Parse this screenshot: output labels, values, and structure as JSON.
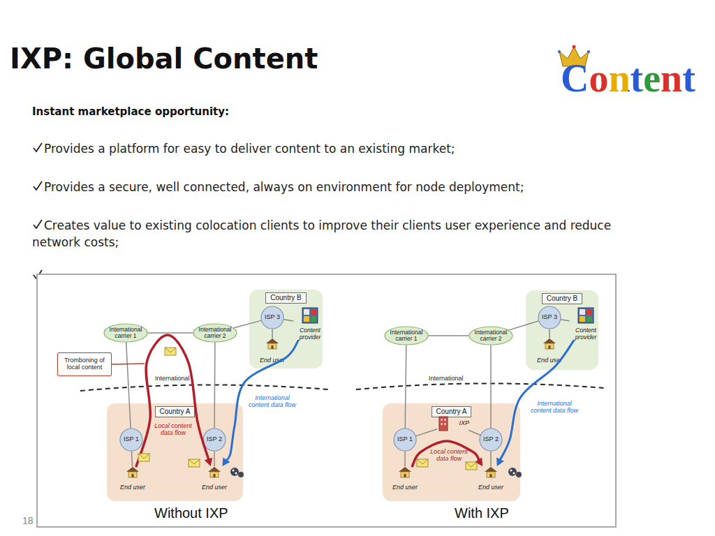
{
  "diagram": {
    "title": "IXP: Global Content",
    "nodes": [
      {
        "text": [
          "Country B"
        ]
      },
      {
        "text": [
          "ISP 3"
        ],
        "in": 0
      },
      {
        "text": [
          "Content provider"
        ],
        "in": 0
      },
      {
        "text": [
          "End user"
        ],
        "in": 0
      },
      {
        "text": [
          "International carrier 1"
        ]
      },
      {
        "text": [
          "International carrier 2"
        ]
      },
      {
        "text": [
          "Tromboning of local content"
        ]
      },
      {
        "text": [
          "Country A"
        ]
      },
      {
        "text": [
          "ISP 1"
        ],
        "in": 7
      },
      {
        "text": [
          "ISP 2"
        ],
        "in": 7
      },
      {
        "text": [
          "End user"
        ],
        "in": 7
      },
      {
        "text": [
          "End user"
        ],
        "in": 7
      },
      {
        "text": [
          "Country B"
        ]
      },
      {
        "text": [
          "ISP 3"
        ],
        "in": 12
      },
      {
        "text": [
          "Content provider"
        ],
        "in": 12
      },
      {
        "text": [
          "End user"
        ],
        "in": 12
      },
      {
        "text": [
          "International carrier 1"
        ]
      },
      {
        "text": [
          "International carrier 2"
        ]
      },
      {
        "text": [
          "Country A"
        ]
      },
      {
        "text": [
          "IXP"
        ],
        "in": 18
      },
      {
        "text": [
          "ISP 1"
        ],
        "in": 18
      },
      {
        "text": [
          "ISP 2"
        ],
        "in": 18
      },
      {
        "text": [
          "End user"
        ],
        "in": 18
      },
      {
        "text": [
          "End user"
        ],
        "in": 18
      }
    ],
    "edges": [
      {
        "from": 4,
        "to": 5,
        "arrow": "none"
      },
      {
        "from": 5,
        "to": 1,
        "arrow": "none"
      },
      {
        "from": 4,
        "to": 8,
        "arrow": "none"
      },
      {
        "from": 5,
        "to": 9,
        "arrow": "none"
      },
      {
        "from": 1,
        "to": 2,
        "arrow": "none"
      },
      {
        "from": 1,
        "to": 3,
        "arrow": "none"
      },
      {
        "from": 8,
        "to": 10,
        "arrow": "none"
      },
      {
        "from": 9,
        "to": 11,
        "arrow": "none"
      },
      {
        "from": 10,
        "to": 11,
        "label": "Local content data flow",
        "arrow": "to"
      },
      {
        "from": 2,
        "to": 11,
        "label": "International content data flow",
        "arrow": "to"
      },
      {
        "from": 16,
        "to": 17,
        "arrow": "none"
      },
      {
        "from": 17,
        "to": 13,
        "arrow": "none"
      },
      {
        "from": 16,
        "to": 20,
        "arrow": "none"
      },
      {
        "from": 17,
        "to": 21,
        "arrow": "none"
      },
      {
        "from": 13,
        "to": 14,
        "arrow": "none"
      },
      {
        "from": 13,
        "to": 15,
        "arrow": "none"
      },
      {
        "from": 20,
        "to": 19,
        "arrow": "none"
      },
      {
        "from": 19,
        "to": 21,
        "arrow": "none"
      },
      {
        "from": 20,
        "to": 22,
        "arrow": "none"
      },
      {
        "from": 21,
        "to": 23,
        "arrow": "none"
      },
      {
        "from": 22,
        "to": 23,
        "label": "Local content data flow",
        "arrow": "to"
      },
      {
        "from": 14,
        "to": 23,
        "label": "International content data flow",
        "arrow": "to"
      }
    ],
    "labels": [
      "Content",
      "Instant marketplace opportunity:",
      "Provides a platform for easy to deliver content to an existing market;",
      "Provides a secure, well connected, always on environment for node deployment;",
      "Creates value to existing colocation clients to improve their clients user experience and reduce network costs;",
      "International",
      "International",
      "Without IXP",
      "With IXP",
      "18"
    ]
  }
}
